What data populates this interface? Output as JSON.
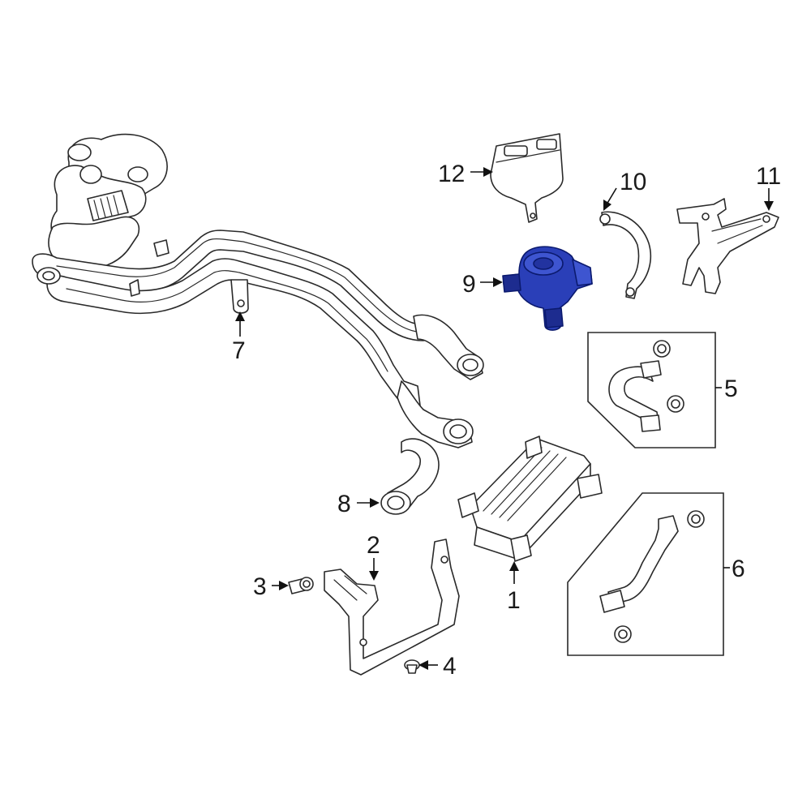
{
  "callouts": {
    "c1": "1",
    "c2": "2",
    "c3": "3",
    "c4": "4",
    "c5": "5",
    "c6": "6",
    "c7": "7",
    "c8": "8",
    "c9": "9",
    "c10": "10",
    "c11": "11",
    "c12": "12"
  },
  "colors": {
    "highlight_part": "#2a3fb8",
    "line": "#2a2a2a",
    "background": "#ffffff"
  },
  "highlighted_callout": "9"
}
